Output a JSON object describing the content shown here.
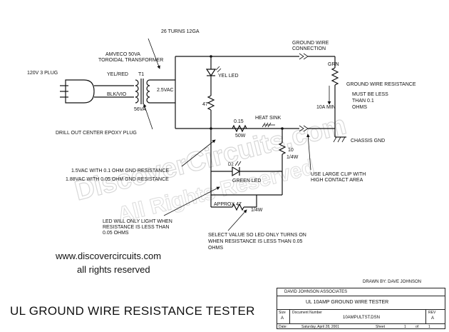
{
  "title": "UL GROUND WIRE RESISTANCE TESTER",
  "website": "www.discovercircuits.com",
  "rights": "all rights reserved",
  "watermark": {
    "line1": "DiscoverCircuits.com",
    "line2": "All Rights Reserved"
  },
  "labels": {
    "turns": "26 TURNS 12GA",
    "transformer_1": "AMVECO 50VA",
    "transformer_2": "TOROIDAL TRANSFORMER",
    "plug": "120V 3 PLUG",
    "yel_red": "YEL/RED",
    "t1": "T1",
    "blk_vio": "BLK/VIO",
    "sec_voltage": "2.5VAC",
    "va": "56VA",
    "epoxy": "DRILL OUT CENTER EPOXY PLUG",
    "yel_led": "YEL LED",
    "r47": "47",
    "r015_value": "0.15",
    "r015_power": "50W",
    "heat_sink": "HEAT SINK",
    "gw_conn_1": "GROUND WIRE",
    "gw_conn_2": "CONNECTION",
    "grn": "GRN",
    "gwr_1": "GROUND WIRE RESISTANCE",
    "gwr_2": "MUST BE LESS",
    "gwr_3": "THAN 0.1",
    "gwr_4": "OHMS",
    "min_current": "10A MIN",
    "chassis": "CHASSIS GND",
    "r10_value": "10",
    "r10_power": "1/4W",
    "d2": "D2",
    "green_led": "GREEN LED",
    "resist_1": "1.5VAC WITH 0.1 OHM GND RESISTANCE",
    "resist_2": "1.88VAC WITH 0.05 OHM GND RESISTANCE",
    "clip_1": "USE LARGE CLIP WITH",
    "clip_2": "HIGH CONTACT AREA",
    "approx47": "APPROX 47",
    "quarter_w": "1/4W",
    "led_note_1": "LED WILL ONLY LIGHT WHEN",
    "led_note_2": "RESISTANCE IS LESS THAN",
    "led_note_3": "0.05 OHMS",
    "select_1": "SELECT VALUE SO LED ONLY TURNS ON",
    "select_2": "WHEN RESISTANCE IS LESS THAN 0.05",
    "select_3": "OHMS"
  },
  "title_block": {
    "drawn_by": "DRAWN BY: DAVE JOHNSON",
    "company": "DAVID JOHNSON ASSOCIATES",
    "drawing_title": "UL 10AMP GROUND WIRE TESTER",
    "size_label": "Size",
    "size": "A",
    "doc_label": "Document Number",
    "doc": "10AMPULTST.DSN",
    "rev_label": "REV",
    "rev": "A",
    "date_label": "Date:",
    "date": "Saturday, April 28, 2001",
    "sheet_label": "Sheet",
    "sheet": "1",
    "of": "of",
    "sheets": "1"
  }
}
